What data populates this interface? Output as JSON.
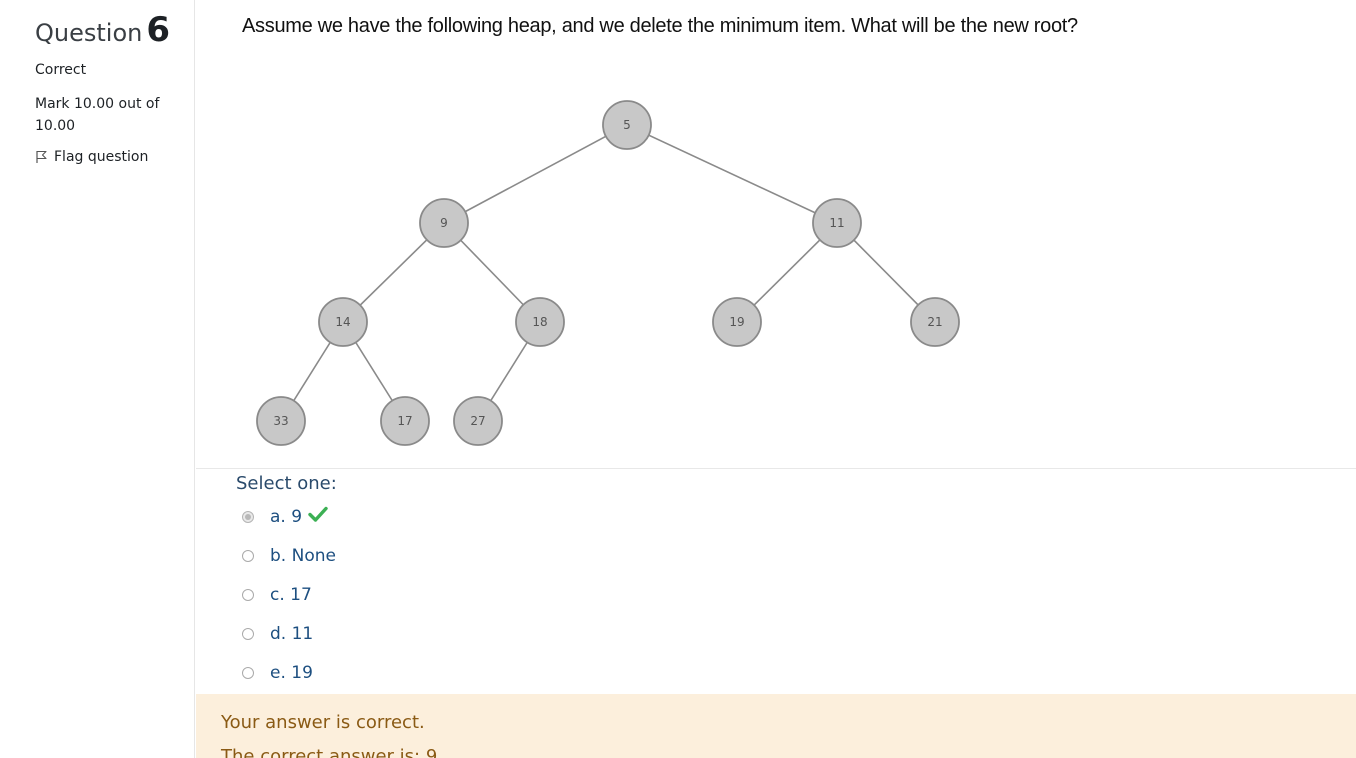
{
  "info": {
    "question_label": "Question",
    "question_number": "6",
    "state": "Correct",
    "grade": "Mark 10.00 out of 10.00",
    "flag_label": "Flag question"
  },
  "question": {
    "text": "Assume we have the following heap, and we delete the minimum item.  What will be the new root?"
  },
  "heap_nodes": [
    "5",
    "9",
    "11",
    "14",
    "18",
    "19",
    "21",
    "33",
    "17",
    "27"
  ],
  "answer": {
    "prompt": "Select one:",
    "options": [
      {
        "label": "a. 9",
        "selected": true,
        "correct": true
      },
      {
        "label": "b. None",
        "selected": false
      },
      {
        "label": "c. 17",
        "selected": false
      },
      {
        "label": "d. 11",
        "selected": false
      },
      {
        "label": "e. 19",
        "selected": false
      }
    ]
  },
  "feedback": {
    "result": "Your answer is correct.",
    "right_answer": "The correct answer is: 9"
  },
  "colors": {
    "node_fill": "#c8c8c8",
    "node_stroke": "#8a8a8a",
    "check": "#3cb054",
    "feedback_bg": "#fcefdc"
  }
}
